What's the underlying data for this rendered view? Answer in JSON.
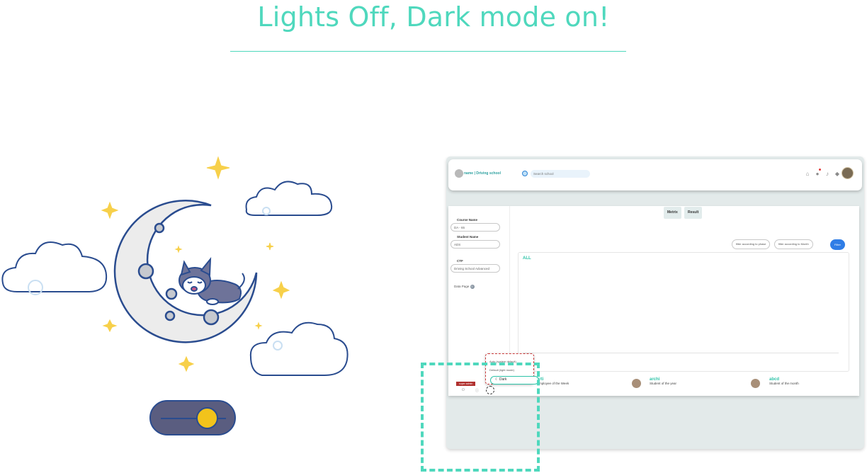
{
  "hero": {
    "title": "Lights Off, Dark mode on!"
  },
  "theme_toggle": {
    "state": "on"
  },
  "app": {
    "brand": "name | Driving school",
    "search_placeholder": "Search school",
    "header_icons": [
      "home-icon",
      "chat-icon",
      "bell-icon",
      "tag-icon"
    ],
    "sidebar": {
      "course_label": "Course Name",
      "course_value": "DA - 65",
      "student_label": "Student Name",
      "student_value": "ADS",
      "ctf_label": "CTF",
      "ctf_value": "Driving School Advanced",
      "nav_item": "Data Page",
      "nav_badge": "0"
    },
    "tabs": [
      "Metrix",
      "Result"
    ],
    "filters": [
      "filter according to phase",
      "filter according to Month"
    ],
    "filter_button": "Filter",
    "chart": {
      "title": "ALL"
    },
    "bottom": [
      {
        "name": "arti",
        "caption": "Employee of the Week"
      },
      {
        "name": "archi",
        "caption": "Student of the year"
      },
      {
        "name": "abcd",
        "caption": "Student of the month"
      }
    ],
    "role_badge": "super admin",
    "theme_menu": {
      "option_auto": "Auto (system default)",
      "option_default": "Default (light mode)",
      "option_dark": "Dark"
    }
  }
}
